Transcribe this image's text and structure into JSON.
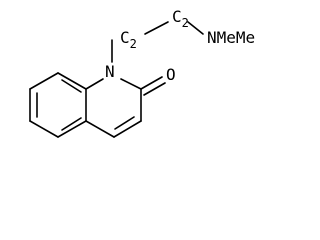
{
  "diagram": {
    "atoms": {
      "n_ring": "N",
      "oxygen": "O",
      "ch2_a": {
        "symbol": "C",
        "subscript": "2"
      },
      "ch2_b": {
        "symbol": "C",
        "subscript": "2"
      },
      "n_amine": "N",
      "methyl_1": "Me",
      "methyl_2": "Me"
    },
    "colors": {
      "bond": "#000000",
      "label": "#000000",
      "background": "#ffffff"
    }
  }
}
